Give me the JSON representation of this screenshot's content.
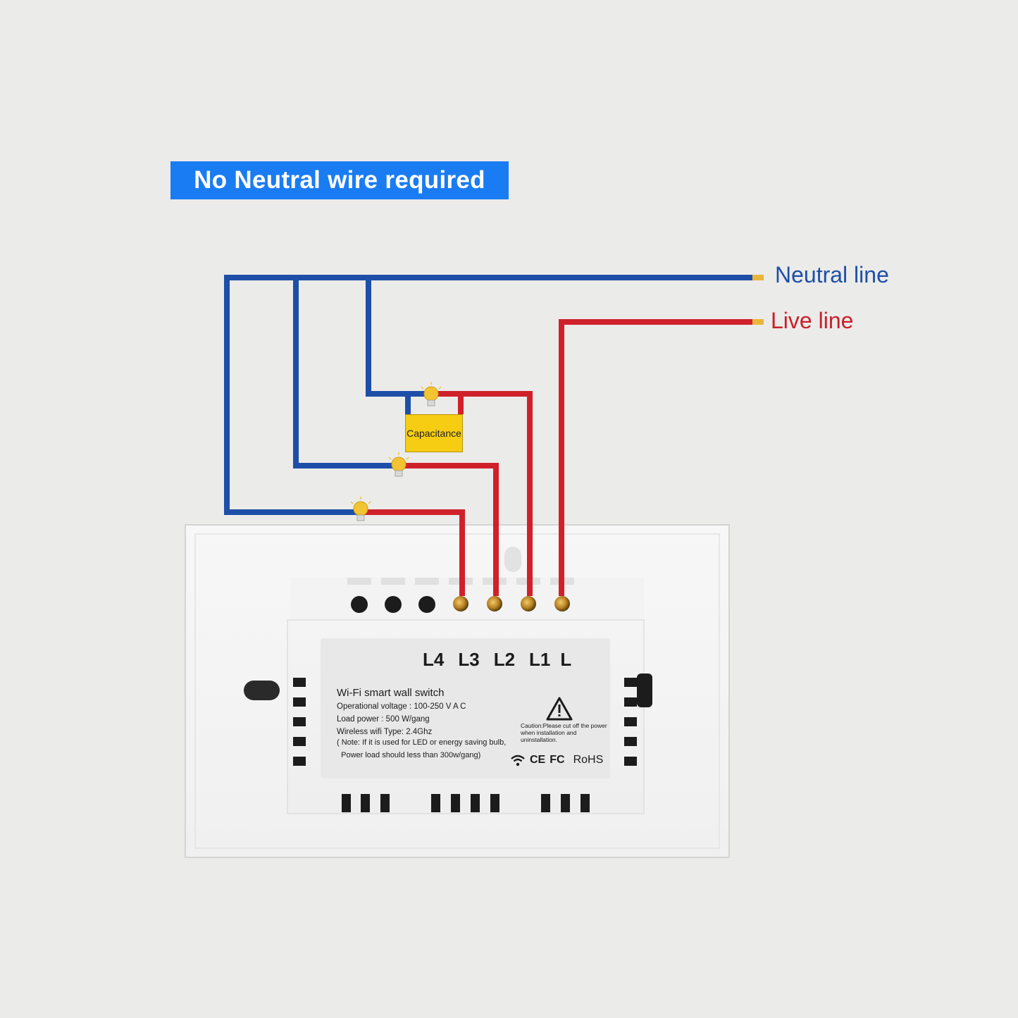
{
  "banner": {
    "text": "No Neutral wire required"
  },
  "lines": {
    "neutral": "Neutral line",
    "live": "Live line"
  },
  "capacitor": {
    "label": "Capacitance"
  },
  "terminals": [
    "L4",
    "L3",
    "L2",
    "L1",
    "L"
  ],
  "spec_label": {
    "title": "Wi-Fi smart wall switch",
    "lines": [
      "Operational voltage : 100-250  V A C",
      "Load power :   500 W/gang",
      "Wireless wifi Type: 2.4Ghz",
      "( Note: If it is used for LED or energy saving bulb,",
      "  Power load should less than 300w/gang)"
    ],
    "caution": "Caution:Please cut off the power when installation and uninstallation.",
    "certs": {
      "ce": "CE",
      "fc": "FC",
      "rohs": "RoHS"
    }
  },
  "icons": [
    "bulb-icon",
    "warning-triangle-icon",
    "wifi-icon"
  ],
  "colors": {
    "neutral_wire": "#1e4fa8",
    "live_wire": "#d0212b",
    "banner": "#1a7cf2",
    "capacitor": "#f6cd12"
  }
}
